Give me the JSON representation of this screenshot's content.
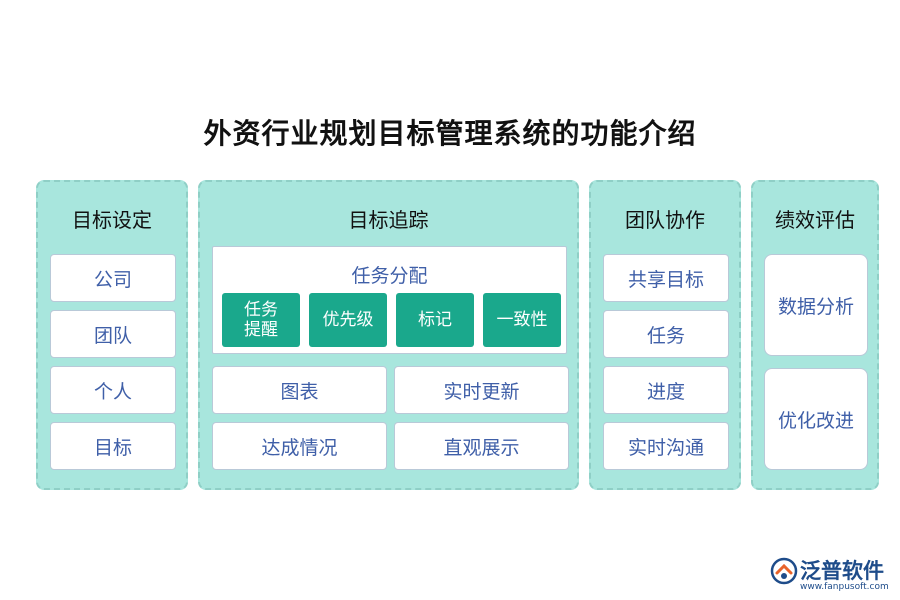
{
  "title": "外资行业规划目标管理系统的功能介绍",
  "panels": {
    "goal_setting": {
      "title": "目标设定",
      "items": [
        "公司",
        "团队",
        "个人",
        "目标"
      ]
    },
    "goal_tracking": {
      "title": "目标追踪",
      "task_assignment": {
        "title": "任务分配",
        "chips": [
          "任务提醒",
          "优先级",
          "标记",
          "一致性"
        ]
      },
      "items": [
        "图表",
        "实时更新",
        "达成情况",
        "直观展示"
      ]
    },
    "team_collab": {
      "title": "团队协作",
      "items": [
        "共享目标",
        "任务",
        "进度",
        "实时沟通"
      ]
    },
    "performance": {
      "title": "绩效评估",
      "items": [
        "数据分析",
        "优化改进"
      ]
    }
  },
  "logo": {
    "name": "泛普软件",
    "url": "www.fanpusoft.com"
  },
  "colors": {
    "panel_bg": "#a8e6dd",
    "chip_bg": "#1aa88c",
    "item_text": "#3f5fa8",
    "logo": "#1e4c8a"
  }
}
